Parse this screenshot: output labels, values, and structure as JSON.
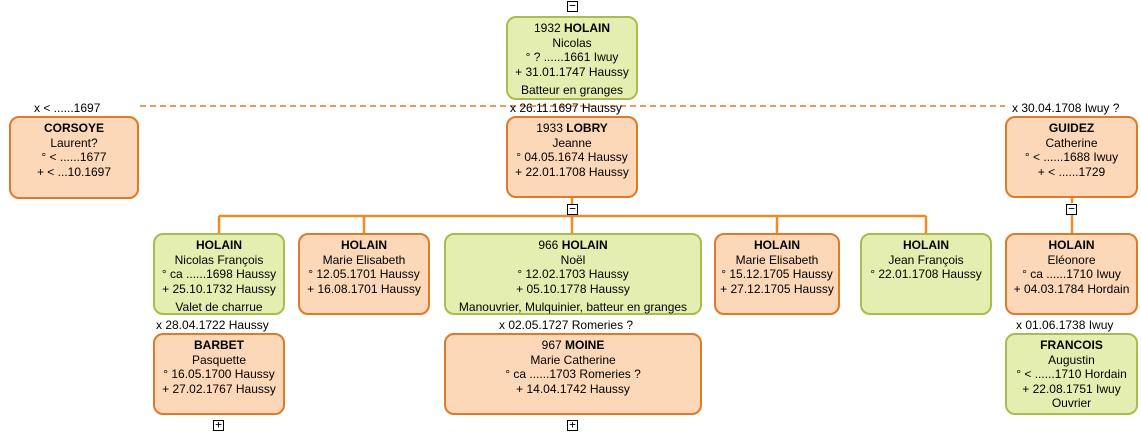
{
  "couple": {
    "husband": {
      "num": "1932",
      "surname": "HOLAIN",
      "given": "Nicolas",
      "birth": "° ? ......1661 Iwuy",
      "death": "+ 31.01.1747 Haussy",
      "occupation": "Batteur en granges"
    },
    "wife": {
      "num": "1933",
      "surname": "LOBRY",
      "given": "Jeanne",
      "birth": "° 04.05.1674 Haussy",
      "death": "+ 22.01.1708 Haussy"
    },
    "marriage": "x 26.11.1697 Haussy"
  },
  "left_spouse": {
    "surname": "CORSOYE",
    "given": "Laurent?",
    "birth": "° < ......1677",
    "death": "+ < ...10.1697",
    "marriage": "x < ......1697"
  },
  "right_spouse": {
    "surname": "GUIDEZ",
    "given": "Catherine",
    "birth": "° < ......1688 Iwuy",
    "death": "+ < ......1729",
    "marriage": "x 30.04.1708 Iwuy ?"
  },
  "children": [
    {
      "surname": "HOLAIN",
      "given": "Nicolas François",
      "birth": "° ca ......1698 Haussy",
      "death": "+ 25.10.1732 Haussy",
      "occupation": "Valet de charrue"
    },
    {
      "surname": "HOLAIN",
      "given": "Marie Elisabeth",
      "birth": "° 12.05.1701 Haussy",
      "death": "+ 16.08.1701 Haussy"
    },
    {
      "num": "966",
      "surname": "HOLAIN",
      "given": "Noël",
      "birth": "° 12.02.1703 Haussy",
      "death": "+ 05.10.1778 Haussy",
      "occupation": "Manouvrier, Mulquinier, batteur en granges"
    },
    {
      "surname": "HOLAIN",
      "given": "Marie Elisabeth",
      "birth": "° 15.12.1705 Haussy",
      "death": "+ 27.12.1705 Haussy"
    },
    {
      "surname": "HOLAIN",
      "given": "Jean François",
      "birth": "° 22.01.1708 Haussy"
    },
    {
      "surname": "HOLAIN",
      "given": "Eléonore",
      "birth": "° ca ......1710 Iwuy",
      "death": "+ 04.03.1784 Hordain"
    }
  ],
  "child_spouses": [
    {
      "surname": "BARBET",
      "given": "Pasquette",
      "birth": "° 16.05.1700 Haussy",
      "death": "+ 27.02.1767 Haussy",
      "marriage": "x 28.04.1722 Haussy"
    },
    {
      "num": "967",
      "surname": "MOINE",
      "given": "Marie Catherine",
      "birth": "° ca ......1703 Romeries ?",
      "death": "+ 14.04.1742 Haussy",
      "marriage": "x 02.05.1727 Romeries ?"
    },
    {
      "surname": "FRANCOIS",
      "given": "Augustin",
      "birth": "° < ......1710 Hordain",
      "death": "+ 22.08.1751 Iwuy",
      "occupation": "Ouvrier",
      "marriage": "x 01.06.1738 Iwuy"
    }
  ],
  "toggles": {
    "collapse": "−",
    "expand": "+"
  }
}
